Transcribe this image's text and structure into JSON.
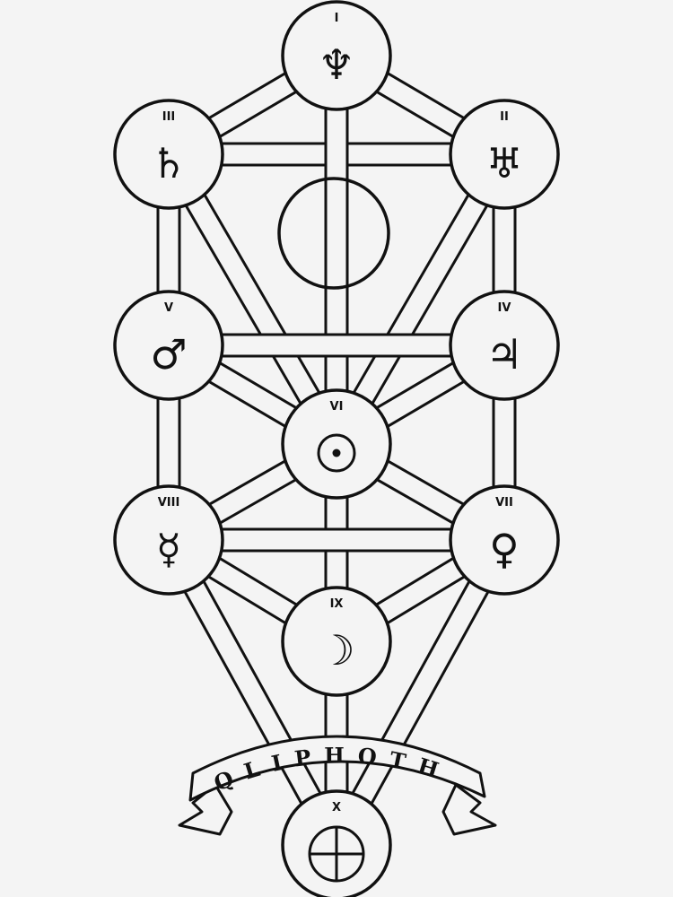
{
  "diagram": {
    "banner": "QLIPHOTH",
    "line_color": "#111111",
    "background": "#f4f4f4",
    "nodes": [
      {
        "id": "1",
        "numeral": "I",
        "symbol": "neptune",
        "glyph": "♆"
      },
      {
        "id": "2",
        "numeral": "II",
        "symbol": "uranus",
        "glyph": "♅"
      },
      {
        "id": "3",
        "numeral": "III",
        "symbol": "saturn",
        "glyph": "♄"
      },
      {
        "id": "4",
        "numeral": "IV",
        "symbol": "jupiter",
        "glyph": "♃"
      },
      {
        "id": "5",
        "numeral": "V",
        "symbol": "mars",
        "glyph": "♂"
      },
      {
        "id": "6",
        "numeral": "VI",
        "symbol": "sun",
        "glyph": ""
      },
      {
        "id": "7",
        "numeral": "VII",
        "symbol": "venus",
        "glyph": "♀"
      },
      {
        "id": "8",
        "numeral": "VIII",
        "symbol": "mercury",
        "glyph": "☿"
      },
      {
        "id": "9",
        "numeral": "IX",
        "symbol": "moon",
        "glyph": "☽"
      },
      {
        "id": "10",
        "numeral": "X",
        "symbol": "earth",
        "glyph": ""
      }
    ],
    "paths": [
      [
        "1",
        "2"
      ],
      [
        "1",
        "3"
      ],
      [
        "2",
        "3"
      ],
      [
        "1",
        "6"
      ],
      [
        "3",
        "5"
      ],
      [
        "2",
        "4"
      ],
      [
        "3",
        "6"
      ],
      [
        "2",
        "6"
      ],
      [
        "5",
        "4"
      ],
      [
        "5",
        "6"
      ],
      [
        "4",
        "6"
      ],
      [
        "5",
        "8"
      ],
      [
        "4",
        "7"
      ],
      [
        "6",
        "8"
      ],
      [
        "6",
        "7"
      ],
      [
        "6",
        "9"
      ],
      [
        "8",
        "7"
      ],
      [
        "8",
        "9"
      ],
      [
        "7",
        "9"
      ],
      [
        "8",
        "10"
      ],
      [
        "7",
        "10"
      ],
      [
        "9",
        "10"
      ]
    ]
  }
}
